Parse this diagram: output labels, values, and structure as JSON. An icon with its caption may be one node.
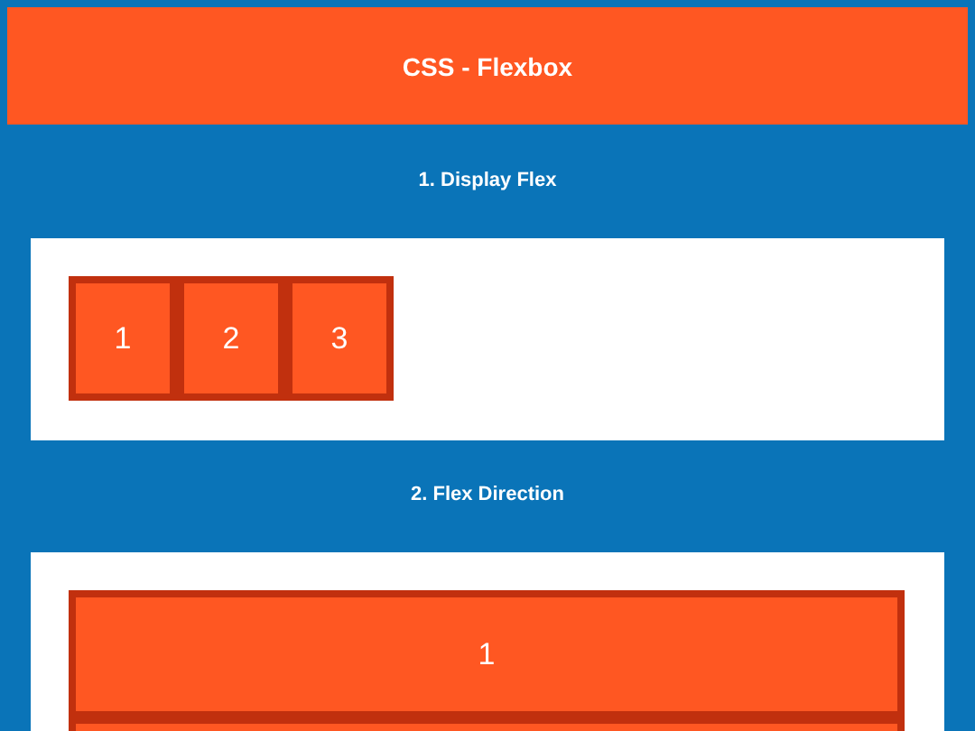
{
  "diagram": {
    "nodes": [
      {
        "text": [
          "CSS - Flexbox"
        ]
      },
      {
        "text": [],
        "shape": "box"
      },
      {
        "text": [
          "1"
        ],
        "in": 1
      },
      {
        "text": [
          "2"
        ],
        "in": 1
      },
      {
        "text": [
          "3"
        ],
        "in": 1
      },
      {
        "text": [],
        "shape": "box"
      },
      {
        "text": [
          "1"
        ],
        "in": 5
      },
      {
        "text": [],
        "shape": "box",
        "in": 5
      }
    ],
    "edges": [],
    "labels": [
      "1. Display Flex",
      "2. Flex Direction"
    ]
  }
}
